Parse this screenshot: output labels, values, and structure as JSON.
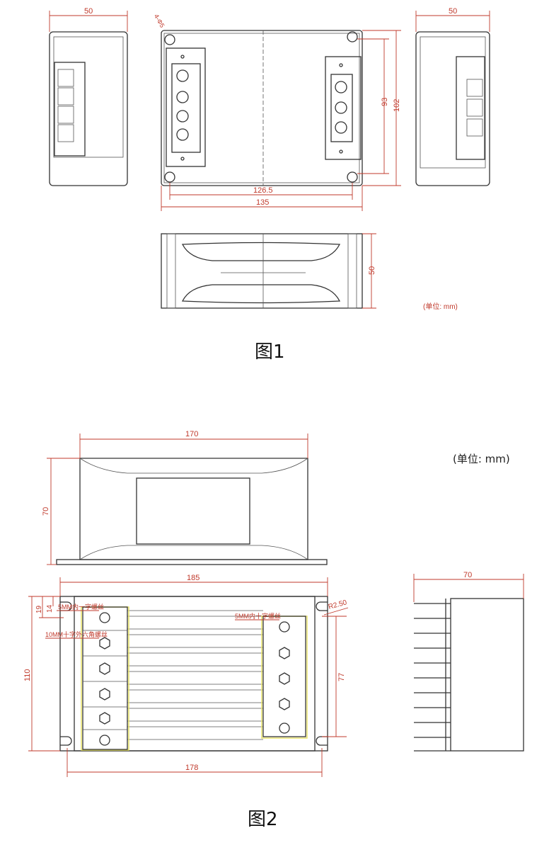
{
  "figure1": {
    "caption": "图1",
    "unit_note": "(单位: mm)",
    "hole_label": "4-Φ5",
    "dims": {
      "side_left_width": "50",
      "side_right_width": "50",
      "height_inner": "93",
      "height_outer": "102",
      "length_inner": "126.5",
      "length_outer": "135",
      "front_height": "50"
    }
  },
  "figure2": {
    "caption": "图2",
    "unit_note": "(单位:  mm)",
    "dims": {
      "top_length": "170",
      "top_height": "70",
      "plate_length": "185",
      "hole_spacing": "178",
      "plate_height": "110",
      "dim_19": "19",
      "dim_14": "14",
      "dim_77": "77",
      "radius": "R2.50",
      "side_width": "70"
    },
    "notes": {
      "screw_5mm_left": "5MM内一字螺丝",
      "screw_10mm": "10MM十字外六角螺丝",
      "screw_5mm_right": "5MM内十字螺丝"
    }
  }
}
